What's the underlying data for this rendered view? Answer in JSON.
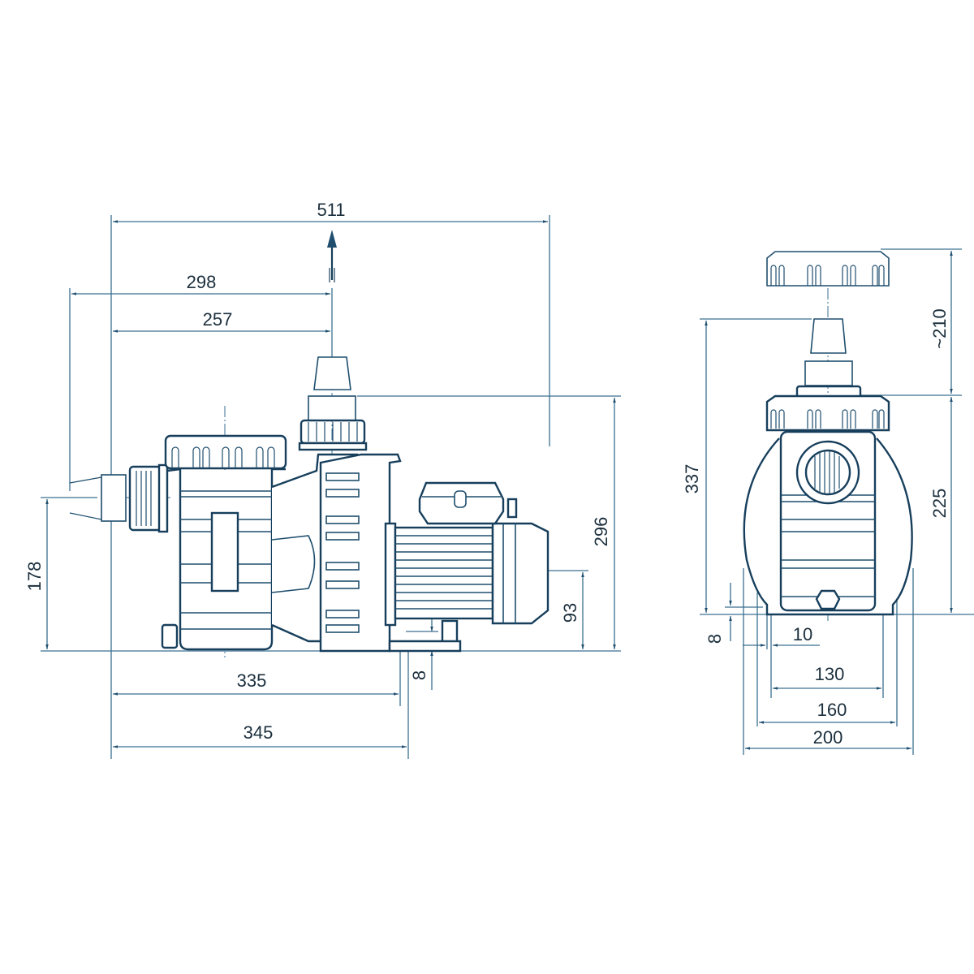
{
  "drawing": {
    "title": "Pool pump dimension drawing",
    "units": "mm",
    "line_color": "#1f4e6e",
    "dim_color": "#3a6f90",
    "text_color": "#1b2f3d"
  },
  "side_view": {
    "dimensions": {
      "overall_length": "511",
      "inlet_to_outlet_axis": "298",
      "base_to_outlet_axis": "257",
      "overall_height": "296",
      "motor_axis_height": "93",
      "inlet_axis_height": "178",
      "foot_height": "8",
      "base_length_inner": "335",
      "base_length_outer": "345"
    },
    "flow_arrow": "outlet-flow-direction"
  },
  "front_view": {
    "dimensions": {
      "lid_removal_clearance": "~210",
      "overall_height": "337",
      "lid_top_height": "225",
      "foot_height": "8",
      "mount_hole_width": "10",
      "hole_spacing": "130",
      "base_width_inner": "160",
      "base_width_outer": "200"
    }
  }
}
